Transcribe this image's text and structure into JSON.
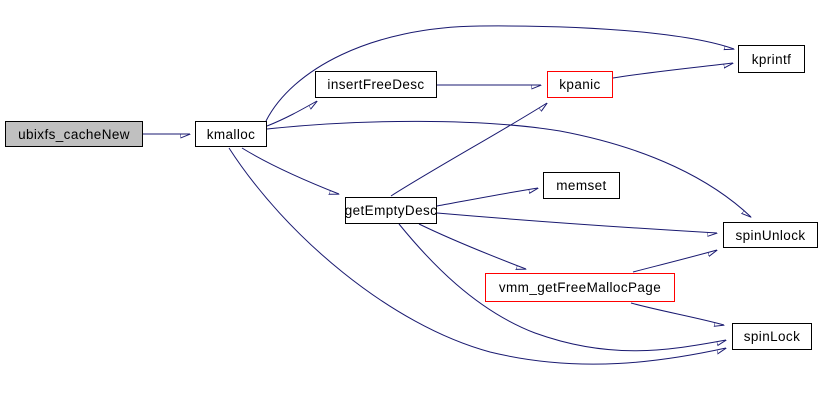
{
  "diagram": {
    "type": "call-graph",
    "colors": {
      "edge": "#191970",
      "node_border": "#000000",
      "highlight_border": "#ff0000",
      "root_fill": "#c0c0c0",
      "node_fill": "#ffffff",
      "background": "#ffffff",
      "text": "#000000"
    },
    "nodes": [
      {
        "id": "ubixfs_cacheNew",
        "label": "ubixfs_cacheNew",
        "style": "root"
      },
      {
        "id": "kmalloc",
        "label": "kmalloc",
        "style": "normal"
      },
      {
        "id": "insertFreeDesc",
        "label": "insertFreeDesc",
        "style": "normal"
      },
      {
        "id": "kpanic",
        "label": "kpanic",
        "style": "highlight"
      },
      {
        "id": "kprintf",
        "label": "kprintf",
        "style": "normal"
      },
      {
        "id": "getEmptyDesc",
        "label": "getEmptyDesc",
        "style": "normal"
      },
      {
        "id": "memset",
        "label": "memset",
        "style": "normal"
      },
      {
        "id": "spinUnlock",
        "label": "spinUnlock",
        "style": "normal"
      },
      {
        "id": "vmm_getFreeMallocPage",
        "label": "vmm_getFreeMallocPage",
        "style": "highlight"
      },
      {
        "id": "spinLock",
        "label": "spinLock",
        "style": "normal"
      }
    ],
    "edges": [
      {
        "from": "ubixfs_cacheNew",
        "to": "kmalloc"
      },
      {
        "from": "kmalloc",
        "to": "kprintf"
      },
      {
        "from": "kmalloc",
        "to": "insertFreeDesc"
      },
      {
        "from": "kmalloc",
        "to": "spinUnlock"
      },
      {
        "from": "kmalloc",
        "to": "getEmptyDesc"
      },
      {
        "from": "kmalloc",
        "to": "spinLock"
      },
      {
        "from": "insertFreeDesc",
        "to": "kpanic"
      },
      {
        "from": "kpanic",
        "to": "kprintf"
      },
      {
        "from": "getEmptyDesc",
        "to": "kpanic"
      },
      {
        "from": "getEmptyDesc",
        "to": "memset"
      },
      {
        "from": "getEmptyDesc",
        "to": "spinUnlock"
      },
      {
        "from": "getEmptyDesc",
        "to": "vmm_getFreeMallocPage"
      },
      {
        "from": "getEmptyDesc",
        "to": "spinLock"
      },
      {
        "from": "vmm_getFreeMallocPage",
        "to": "spinUnlock"
      },
      {
        "from": "vmm_getFreeMallocPage",
        "to": "spinLock"
      }
    ]
  }
}
